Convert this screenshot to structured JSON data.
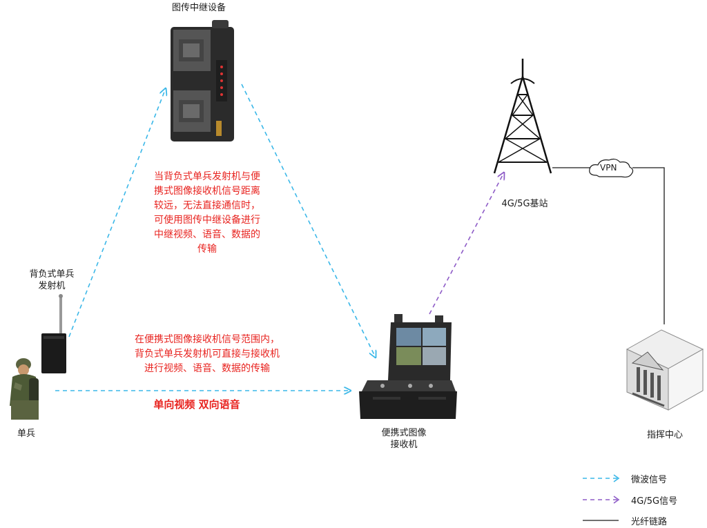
{
  "devices": {
    "relay": "图传中继设备",
    "backpack_tx": [
      "背负式单兵",
      "发射机"
    ],
    "soldier": "单兵",
    "receiver": [
      "便携式图像",
      "接收机"
    ],
    "base_station": "4G/5G基站",
    "command_center": "指挥中心",
    "vpn": "VPN"
  },
  "annotations": {
    "relay_note": [
      "当背负式单兵发射机与便",
      "携式图像接收机信号距离",
      "较远，无法直接通信时，",
      "可使用图传中继设备进行",
      "中继视频、语音、数据的",
      "传输"
    ],
    "direct_note": [
      "在便携式图像接收机信号范围内，",
      "背负式单兵发射机可直接与接收机",
      "进行视频、语音、数据的传输"
    ],
    "link_mode": "单向视频 双向语音"
  },
  "legend": [
    {
      "label": "微波信号",
      "style": "dashed",
      "color": "#3ab7e8"
    },
    {
      "label": "4G/5G信号",
      "style": "dashed",
      "color": "#8e5cc7"
    },
    {
      "label": "光纤链路",
      "style": "solid",
      "color": "#1a1a1a"
    }
  ],
  "colors": {
    "microwave": "#3ab7e8",
    "cellular": "#8e5cc7",
    "fiber": "#1a1a1a",
    "annotation": "#e8231f"
  }
}
